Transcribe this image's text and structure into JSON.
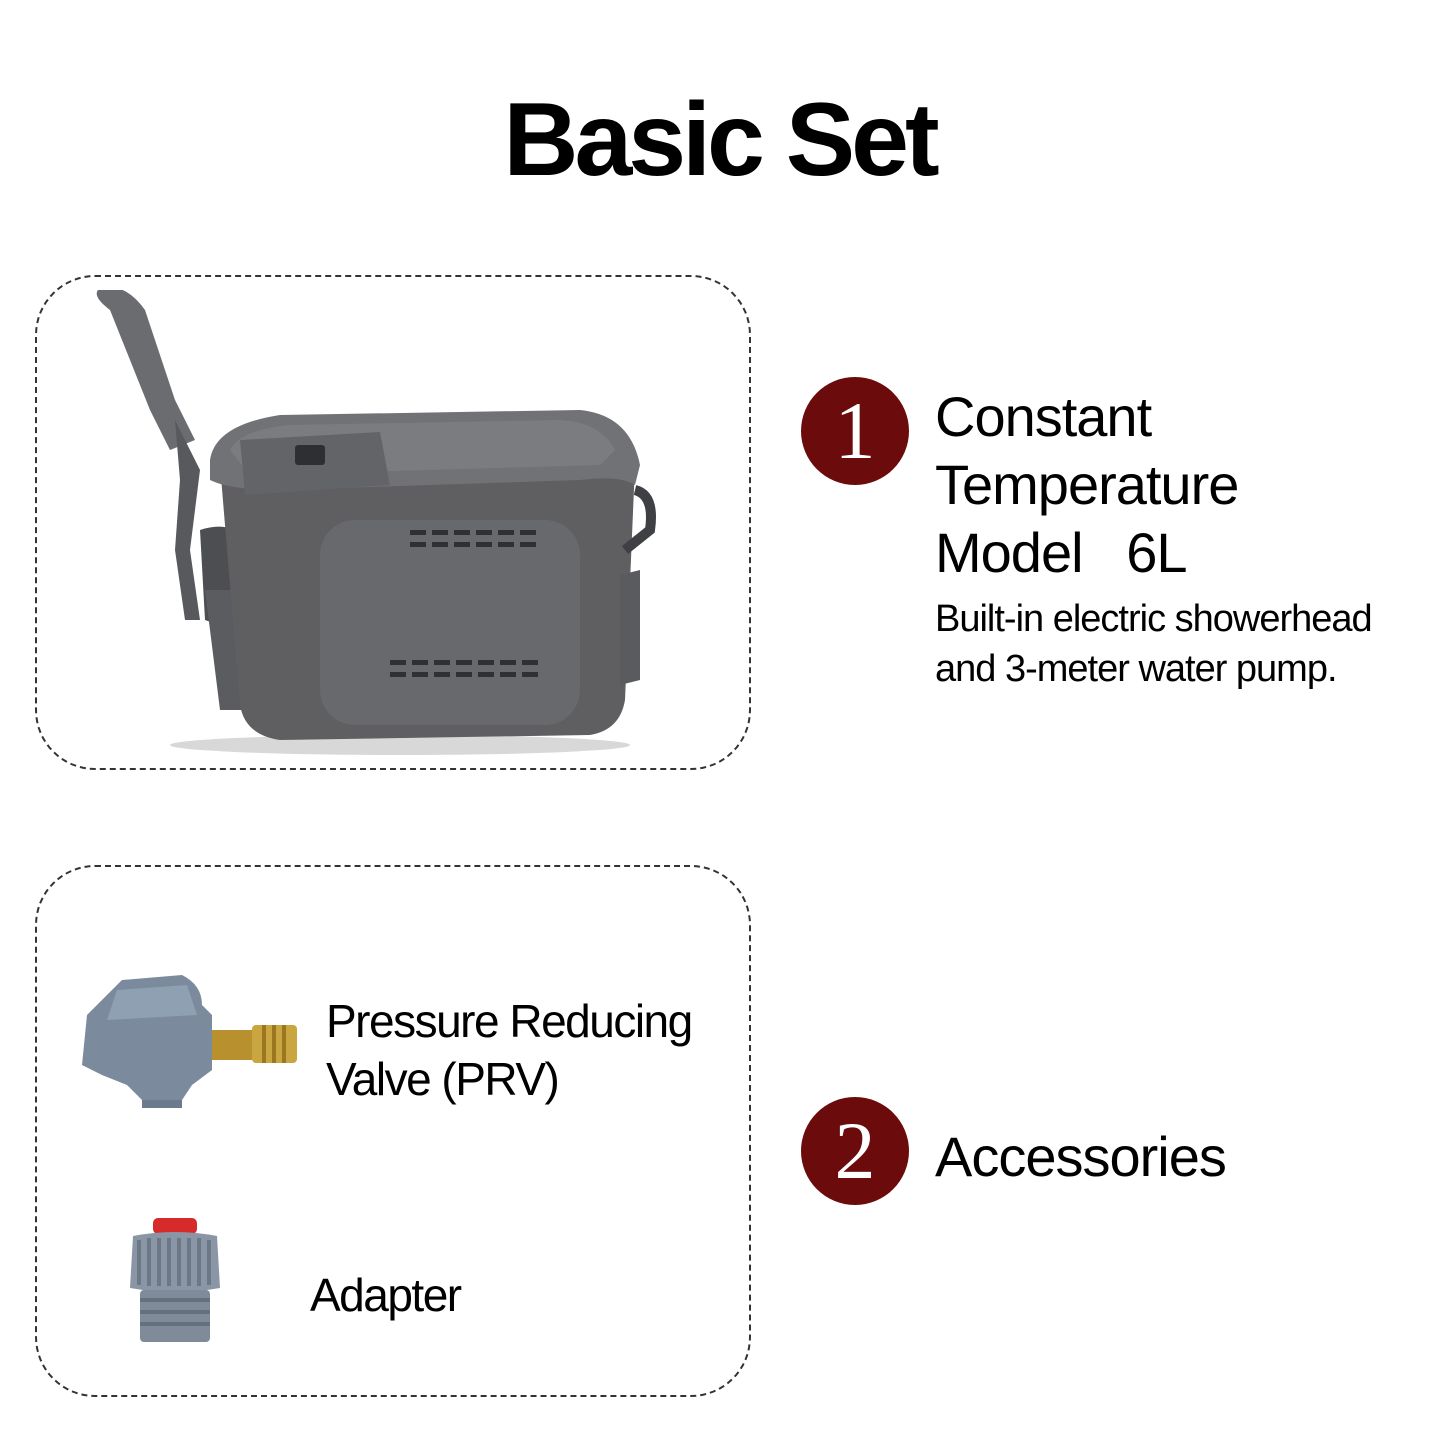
{
  "page": {
    "title": "Basic Set"
  },
  "colors": {
    "accent": "#6b0b0b",
    "product_gray": "#5f5f61"
  },
  "items": [
    {
      "number": "1",
      "title_lines": [
        "Constant",
        "Temperature",
        "Model   6L"
      ],
      "description": "Built-in electric showerhead and 3-meter water pump."
    },
    {
      "number": "2",
      "title": "Accessories"
    }
  ],
  "accessories": [
    {
      "label_lines": [
        "Pressure Reducing",
        "Valve (PRV)"
      ],
      "icon": "pressure-valve-icon"
    },
    {
      "label": "Adapter",
      "icon": "adapter-icon"
    }
  ],
  "product_icon": "portable-shower-unit-image"
}
